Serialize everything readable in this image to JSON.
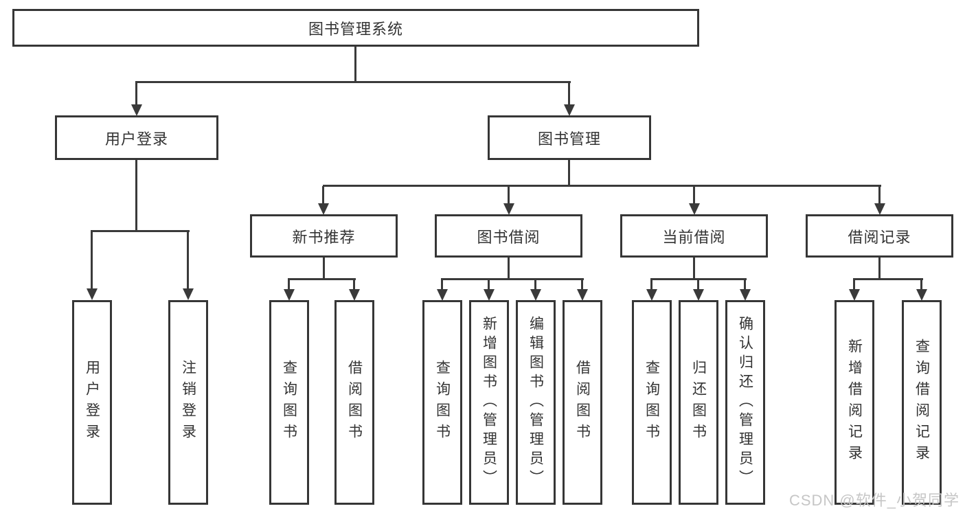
{
  "tree": {
    "root": {
      "label": "图书管理系统"
    },
    "branches": [
      {
        "label": "用户登录",
        "children": [
          {
            "label": "用户登录"
          },
          {
            "label": "注销登录"
          }
        ]
      },
      {
        "label": "图书管理",
        "sections": [
          {
            "label": "新书推荐",
            "children": [
              {
                "label": "查询图书"
              },
              {
                "label": "借阅图书"
              }
            ]
          },
          {
            "label": "图书借阅",
            "children": [
              {
                "label": "查询图书"
              },
              {
                "label": "新增图书（管理员）"
              },
              {
                "label": "编辑图书（管理员）"
              },
              {
                "label": "借阅图书"
              }
            ]
          },
          {
            "label": "当前借阅",
            "children": [
              {
                "label": "查询图书"
              },
              {
                "label": "归还图书"
              },
              {
                "label": "确认归还（管理员）"
              }
            ]
          },
          {
            "label": "借阅记录",
            "children": [
              {
                "label": "新增借阅记录"
              },
              {
                "label": "查询借阅记录"
              }
            ]
          }
        ]
      }
    ]
  },
  "watermark": "CSDN @软件_小贺同学",
  "colors": {
    "line": "#3a3a3a",
    "border": "#363636",
    "text": "#333333",
    "background": "#ffffff",
    "watermark": "#c6c6c6"
  }
}
